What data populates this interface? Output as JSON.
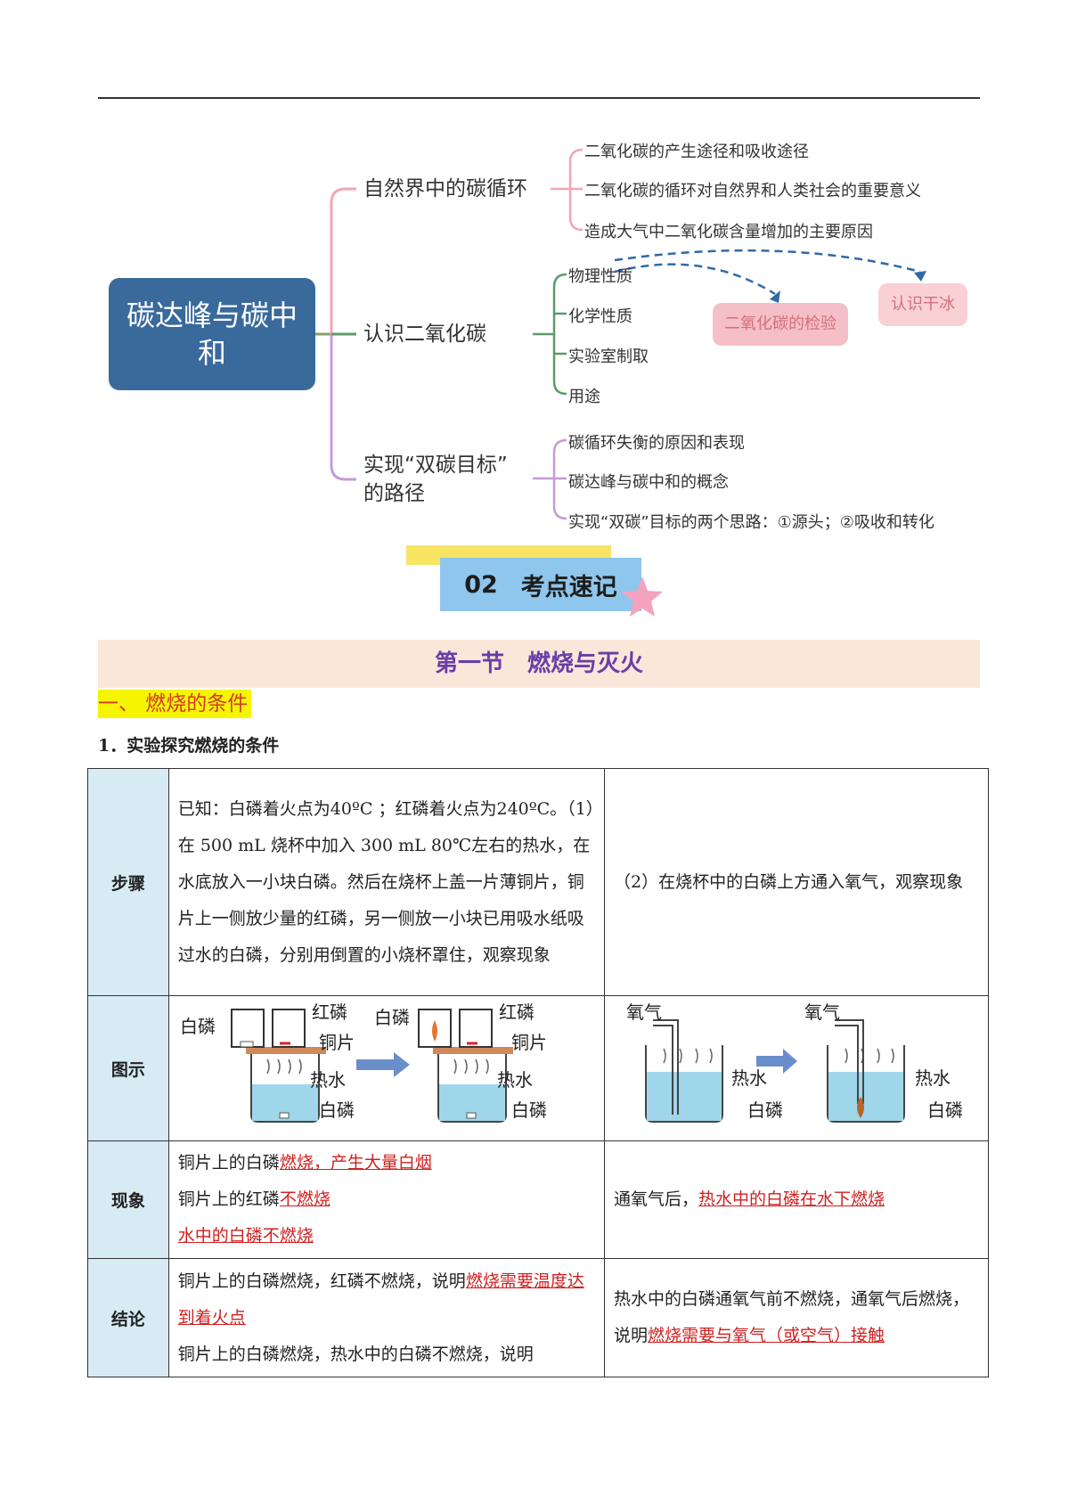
{
  "mindmap": {
    "root": "碳达峰与碳中和",
    "branches": [
      {
        "label": "自然界中的碳循环",
        "items": [
          "二氧化碳的产生途径和吸收途径",
          "二氧化碳的循环对自然界和人类社会的重要意义",
          "造成大气中二氧化碳含量增加的主要原因"
        ]
      },
      {
        "label": "认识二氧化碳",
        "items": [
          "物理性质",
          "化学性质",
          "实验室制取",
          "用途"
        ],
        "tags": [
          "二氧化碳的检验",
          "认识干冰"
        ]
      },
      {
        "label": "实现“双碳目标”的路径",
        "label_lines": [
          "实现“双碳目标”",
          "的路径"
        ],
        "items": [
          "碳循环失衡的原因和表现",
          "碳达峰与碳中和的概念",
          "实现“双碳”目标的两个思路：①源头；②吸收和转化"
        ]
      }
    ]
  },
  "badge": {
    "number": "02",
    "title": "考点速记"
  },
  "section": {
    "title": "第一节　燃烧与灭火"
  },
  "heading1": "一、 燃烧的条件",
  "heading2": "1．实验探究燃烧的条件",
  "table": {
    "labels": {
      "step": "步骤",
      "figure": "图示",
      "phenomenon": "现象",
      "conclusion": "结论"
    },
    "step_left": "已知：白磷着火点为40ºC ；红磷着火点为240ºC。（1）在 500 mL 烧杯中加入 300 mL 80℃左右的热水，在水底放入一小块白磷。然后在烧杯上盖一片薄铜片，铜片上一侧放少量的红磷，另一侧放一小块已用吸水纸吸过水的白磷，分别用倒置的小烧杯罩住，观察现象",
    "step_right": "（2）在烧杯中的白磷上方通入氧气，观察现象",
    "fig_labels": {
      "white_p": "白磷",
      "red_p": "红磷",
      "copper": "铜片",
      "hot_water": "热水",
      "oxygen": "氧气"
    },
    "phen_left": {
      "line1_prefix": "铜片上的白磷",
      "line1_answer": "燃烧，产生大量白烟",
      "line2_prefix": "铜片上的红磷",
      "line2_answer": "不燃烧",
      "line3_answer": "水中的白磷不燃烧"
    },
    "phen_right": {
      "prefix": "通氧气后，",
      "answer": "热水中的白磷在水下燃烧"
    },
    "con_left": {
      "line1_prefix": "铜片上的白磷燃烧，红磷不燃烧，说明",
      "line1_answer": "燃烧需要温度达到着火点",
      "line2": "铜片上的白磷燃烧，热水中的白磷不燃烧，说明"
    },
    "con_right": {
      "prefix": "热水中的白磷通氧气前不燃烧，通氧气后燃烧，说明",
      "answer": "燃烧需要与氧气（或空气）接触"
    }
  },
  "colors": {
    "root": "#3a6a9c",
    "answer": "#d02020",
    "label_bg": "#d6ebf3",
    "section_bg": "#fbe6da",
    "section_text": "#6a3ea8"
  }
}
